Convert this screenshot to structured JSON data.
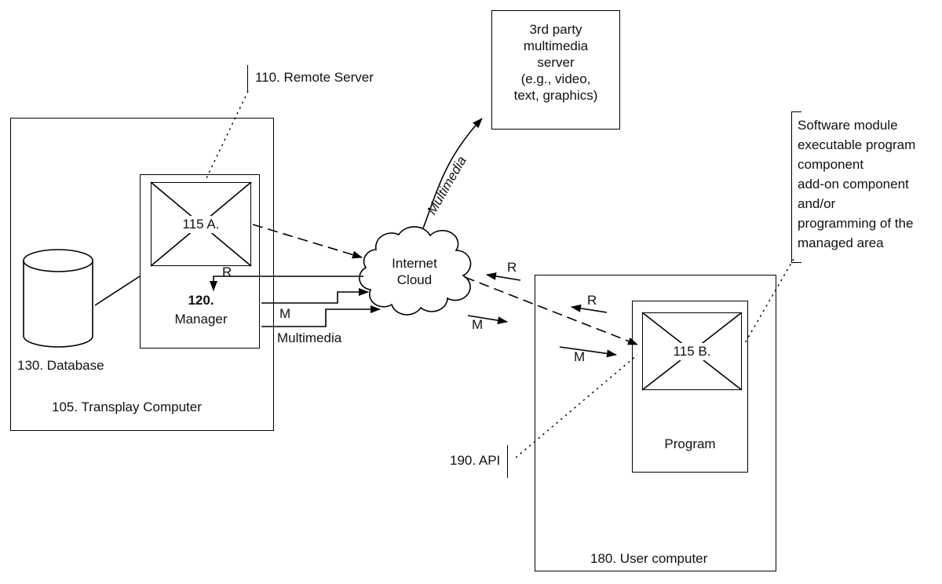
{
  "diagram": {
    "remote_server": "110. Remote Server",
    "transplay_computer": "105. Transplay Computer",
    "database": "130. Database",
    "envelope_a": "115 A.",
    "manager_number": "120.",
    "manager": "Manager",
    "multimedia": "Multimedia",
    "r": "R",
    "m": "M",
    "cloud": {
      "line1": "Internet",
      "line2": "Cloud"
    },
    "third_party_server": {
      "lines": [
        "3rd party",
        "multimedia",
        "server",
        "(e.g., video,",
        "text, graphics)"
      ]
    },
    "multimedia_curve": "Multimedia",
    "user_computer": "180. User computer",
    "program": "Program",
    "envelope_b": "115 B.",
    "api": "190. API",
    "software_module": {
      "lines": [
        "Software module",
        "executable program",
        "component",
        "add-on component",
        "and/or",
        "programming of the",
        "managed area"
      ]
    }
  }
}
